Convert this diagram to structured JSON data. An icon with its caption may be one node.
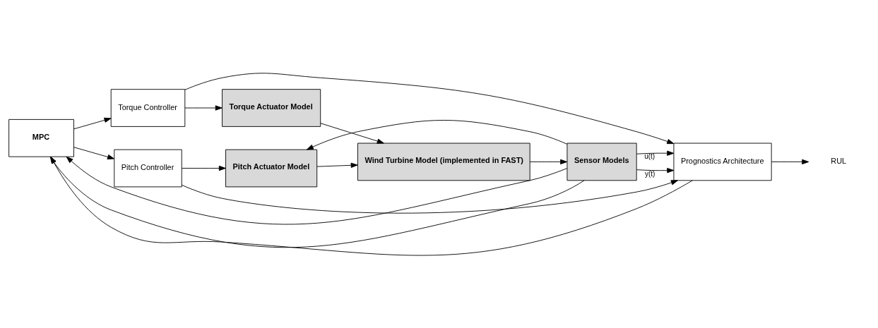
{
  "diagram": {
    "nodes": [
      {
        "text": [
          "MPC"
        ]
      },
      {
        "text": [
          "Pitch Controller"
        ]
      },
      {
        "text": [
          "Torque Controller"
        ]
      },
      {
        "text": [
          "Pitch Actuator Model"
        ]
      },
      {
        "text": [
          "Torque Actuator Model"
        ]
      },
      {
        "text": [
          "Wind Turbine Model (implemented in FAST)"
        ]
      },
      {
        "text": [
          "Sensor Models"
        ]
      },
      {
        "text": [
          "Prognostics Architecture"
        ]
      },
      {
        "text": [
          "RUL"
        ]
      }
    ],
    "edges": [
      {
        "from": 0,
        "to": 1,
        "arrow": "to"
      },
      {
        "from": 0,
        "to": 2,
        "arrow": "to"
      },
      {
        "from": 1,
        "to": 3,
        "arrow": "to"
      },
      {
        "from": 2,
        "to": 4,
        "arrow": "to"
      },
      {
        "from": 3,
        "to": 5,
        "arrow": "to"
      },
      {
        "from": 4,
        "to": 5,
        "arrow": "to"
      },
      {
        "from": 5,
        "to": 6,
        "arrow": "to"
      },
      {
        "from": 6,
        "to": 7,
        "arrow": "to",
        "label": "y(t)"
      },
      {
        "from": 6,
        "to": 7,
        "arrow": "to",
        "label": "u(t)"
      },
      {
        "from": 1,
        "to": 7,
        "arrow": "to"
      },
      {
        "from": 2,
        "to": 7,
        "arrow": "to"
      },
      {
        "from": 6,
        "to": 0,
        "arrow": "to"
      },
      {
        "from": 6,
        "to": 0,
        "arrow": "to"
      },
      {
        "from": 6,
        "to": 3,
        "arrow": "to"
      },
      {
        "from": 7,
        "to": 0,
        "arrow": "to"
      },
      {
        "from": 7,
        "to": 8,
        "arrow": "to"
      }
    ]
  }
}
